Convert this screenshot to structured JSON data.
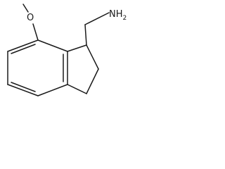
{
  "structure": {
    "atoms": {
      "methoxy_carbon": "",
      "oxygen": "O",
      "amine": "NH",
      "amine_h_count": "2"
    }
  }
}
